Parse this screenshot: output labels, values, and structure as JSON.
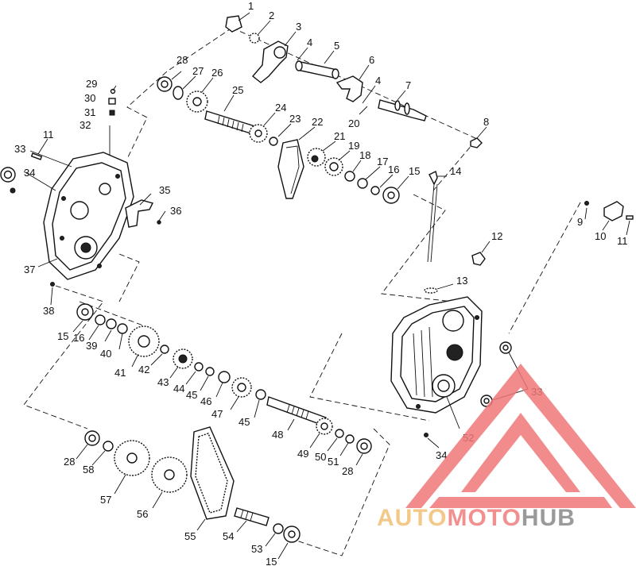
{
  "diagram": {
    "callouts": [
      {
        "id": "c1",
        "text": "1"
      },
      {
        "id": "c2",
        "text": "2"
      },
      {
        "id": "c3",
        "text": "3"
      },
      {
        "id": "c4a",
        "text": "4"
      },
      {
        "id": "c5",
        "text": "5"
      },
      {
        "id": "c6",
        "text": "6"
      },
      {
        "id": "c4b",
        "text": "4"
      },
      {
        "id": "c7",
        "text": "7"
      },
      {
        "id": "c8",
        "text": "8"
      },
      {
        "id": "c9",
        "text": "9"
      },
      {
        "id": "c10",
        "text": "10"
      },
      {
        "id": "c11a",
        "text": "11"
      },
      {
        "id": "c11b",
        "text": "11"
      },
      {
        "id": "c12",
        "text": "12"
      },
      {
        "id": "c13",
        "text": "13"
      },
      {
        "id": "c14",
        "text": "14"
      },
      {
        "id": "c15a",
        "text": "15"
      },
      {
        "id": "c15b",
        "text": "15"
      },
      {
        "id": "c15c",
        "text": "15"
      },
      {
        "id": "c16a",
        "text": "16"
      },
      {
        "id": "c16b",
        "text": "16"
      },
      {
        "id": "c17",
        "text": "17"
      },
      {
        "id": "c18",
        "text": "18"
      },
      {
        "id": "c19",
        "text": "19"
      },
      {
        "id": "c20",
        "text": "20"
      },
      {
        "id": "c21",
        "text": "21"
      },
      {
        "id": "c22",
        "text": "22"
      },
      {
        "id": "c23",
        "text": "23"
      },
      {
        "id": "c24",
        "text": "24"
      },
      {
        "id": "c25",
        "text": "25"
      },
      {
        "id": "c26",
        "text": "26"
      },
      {
        "id": "c27",
        "text": "27"
      },
      {
        "id": "c28a",
        "text": "28"
      },
      {
        "id": "c28b",
        "text": "28"
      },
      {
        "id": "c28c",
        "text": "28"
      },
      {
        "id": "c29",
        "text": "29"
      },
      {
        "id": "c30",
        "text": "30"
      },
      {
        "id": "c31",
        "text": "31"
      },
      {
        "id": "c32",
        "text": "32"
      },
      {
        "id": "c33a",
        "text": "33"
      },
      {
        "id": "c33b",
        "text": "33"
      },
      {
        "id": "c34a",
        "text": "34"
      },
      {
        "id": "c34b",
        "text": "34"
      },
      {
        "id": "c35",
        "text": "35"
      },
      {
        "id": "c36",
        "text": "36"
      },
      {
        "id": "c37",
        "text": "37"
      },
      {
        "id": "c38",
        "text": "38"
      },
      {
        "id": "c39",
        "text": "39"
      },
      {
        "id": "c40",
        "text": "40"
      },
      {
        "id": "c41",
        "text": "41"
      },
      {
        "id": "c42",
        "text": "42"
      },
      {
        "id": "c43",
        "text": "43"
      },
      {
        "id": "c44",
        "text": "44"
      },
      {
        "id": "c45a",
        "text": "45"
      },
      {
        "id": "c45b",
        "text": "45"
      },
      {
        "id": "c46",
        "text": "46"
      },
      {
        "id": "c47",
        "text": "47"
      },
      {
        "id": "c48",
        "text": "48"
      },
      {
        "id": "c49",
        "text": "49"
      },
      {
        "id": "c50",
        "text": "50"
      },
      {
        "id": "c51",
        "text": "51"
      },
      {
        "id": "c52",
        "text": "52"
      },
      {
        "id": "c53",
        "text": "53"
      },
      {
        "id": "c54",
        "text": "54"
      },
      {
        "id": "c55",
        "text": "55"
      },
      {
        "id": "c56",
        "text": "56"
      },
      {
        "id": "c57",
        "text": "57"
      },
      {
        "id": "c58",
        "text": "58"
      }
    ]
  },
  "watermark": {
    "part1": "AUTO",
    "part2": "MOTO",
    "part3": "HUB",
    "colors": {
      "part1": "#f3c98a",
      "part2": "#f28f8f",
      "part3": "#9a9a9a",
      "triangle": "#f07878"
    }
  }
}
